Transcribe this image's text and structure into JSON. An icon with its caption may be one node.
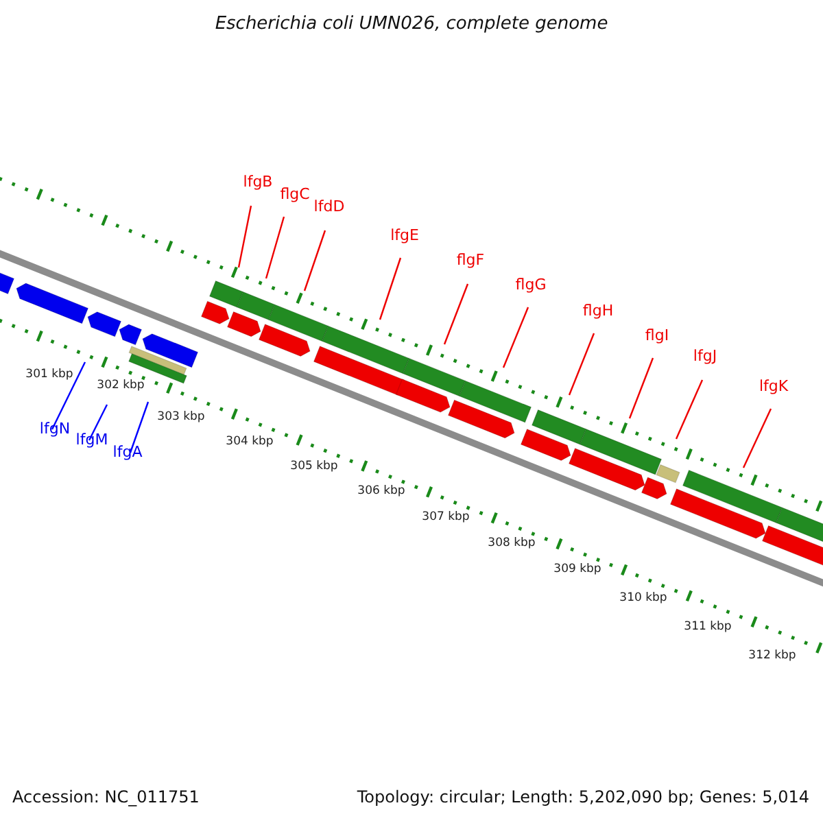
{
  "diagram": {
    "title": "Escherichia coli UMN026, complete genome",
    "nodes": [
      {
        "text": [
          "lfgB"
        ]
      },
      {
        "text": [
          "flgC"
        ]
      },
      {
        "text": [
          "lfdD"
        ]
      },
      {
        "text": [
          "lfgE"
        ]
      },
      {
        "text": [
          "flgF"
        ]
      },
      {
        "text": [
          "flgG"
        ]
      },
      {
        "text": [
          "flgH"
        ]
      },
      {
        "text": [
          "flgI"
        ]
      },
      {
        "text": [
          "lfgJ"
        ]
      },
      {
        "text": [
          "lfgK"
        ]
      },
      {
        "text": [
          "lfgN"
        ]
      },
      {
        "text": [
          "lfgM"
        ]
      },
      {
        "text": [
          "lfgA"
        ]
      }
    ],
    "edges": [
      {
        "from": 0,
        "to": null,
        "arrow": "none"
      },
      {
        "from": 1,
        "to": null,
        "arrow": "none"
      },
      {
        "from": 2,
        "to": null,
        "arrow": "none"
      },
      {
        "from": 3,
        "to": null,
        "arrow": "none"
      },
      {
        "from": 4,
        "to": null,
        "arrow": "none"
      },
      {
        "from": 5,
        "to": null,
        "arrow": "none"
      },
      {
        "from": 6,
        "to": null,
        "arrow": "none"
      },
      {
        "from": 7,
        "to": null,
        "arrow": "none"
      },
      {
        "from": 8,
        "to": null,
        "arrow": "none"
      },
      {
        "from": 9,
        "to": null,
        "arrow": "none"
      },
      {
        "from": 10,
        "to": null,
        "arrow": "none",
        "color": "#0000ff"
      },
      {
        "from": 11,
        "to": null,
        "arrow": "none",
        "color": "#0000ff"
      },
      {
        "from": 12,
        "to": null,
        "arrow": "none",
        "color": "#0000ff"
      }
    ],
    "labels": [
      "301 kbp",
      "302 kbp",
      "303 kbp",
      "304 kbp",
      "305 kbp",
      "306 kbp",
      "307 kbp",
      "308 kbp",
      "309 kbp",
      "310 kbp",
      "311 kbp",
      "312 kbp",
      "Accession: NC_011751",
      "Topology: circular; Length: 5,202,090 bp; Genes: 5,014"
    ]
  }
}
